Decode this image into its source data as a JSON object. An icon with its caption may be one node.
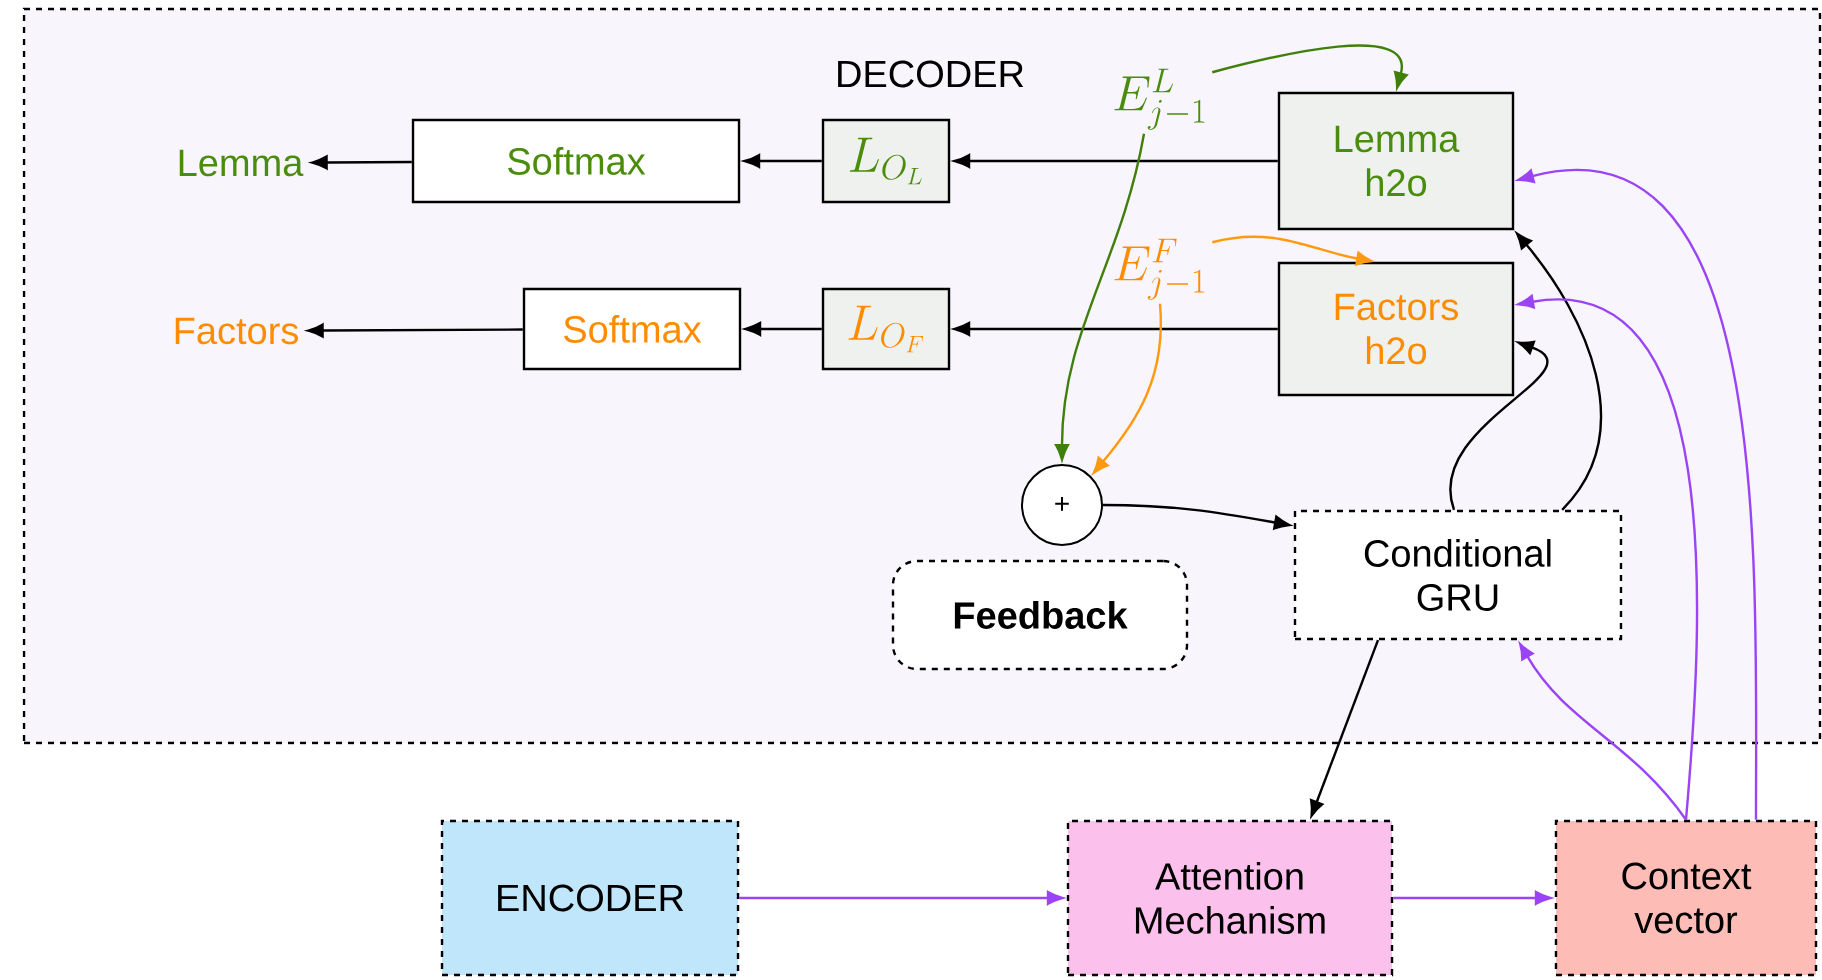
{
  "diagram": {
    "nodes": [
      {
        "text": [
          "DECODER"
        ]
      },
      {
        "text": [
          "Lemma"
        ],
        "in": 0
      },
      {
        "text": [
          "Softmax"
        ],
        "in": 0
      },
      {
        "text": [
          "L_{O_L}"
        ],
        "in": 0
      },
      {
        "text": [
          "Lemma h2o"
        ],
        "in": 0
      },
      {
        "text": [
          "Factors"
        ],
        "in": 0
      },
      {
        "text": [
          "Softmax"
        ],
        "in": 0
      },
      {
        "text": [
          "L_{O_F}"
        ],
        "in": 0
      },
      {
        "text": [
          "Factors h2o"
        ],
        "in": 0
      },
      {
        "text": [
          "E^{L}_{j-1}"
        ],
        "in": 0
      },
      {
        "text": [
          "E^{F}_{j-1}"
        ],
        "in": 0
      },
      {
        "text": [
          "+"
        ],
        "in": 0
      },
      {
        "text": [
          "Feedback"
        ],
        "in": 0
      },
      {
        "text": [
          "Conditional GRU"
        ],
        "in": 0
      },
      {
        "text": [
          "ENCODER"
        ]
      },
      {
        "text": [
          "Attention Mechanism"
        ]
      },
      {
        "text": [
          "Context vector"
        ]
      }
    ],
    "edges": [
      {
        "from": 2,
        "to": 1,
        "arrow": "to"
      },
      {
        "from": 3,
        "to": 2,
        "arrow": "to"
      },
      {
        "from": 4,
        "to": 3,
        "arrow": "to"
      },
      {
        "from": 6,
        "to": 5,
        "arrow": "to"
      },
      {
        "from": 7,
        "to": 6,
        "arrow": "to"
      },
      {
        "from": 8,
        "to": 7,
        "arrow": "to"
      },
      {
        "from": 9,
        "to": 4,
        "arrow": "to",
        "color": "#3f7f0a"
      },
      {
        "from": 10,
        "to": 8,
        "arrow": "to",
        "color": "#ff9a10"
      },
      {
        "from": 9,
        "to": 11,
        "arrow": "to",
        "color": "#3f7f0a"
      },
      {
        "from": 10,
        "to": 11,
        "arrow": "to",
        "color": "#ff9a10"
      },
      {
        "from": 11,
        "to": 13,
        "arrow": "to"
      },
      {
        "from": 13,
        "to": 4,
        "arrow": "to"
      },
      {
        "from": 13,
        "to": 8,
        "arrow": "to"
      },
      {
        "from": 13,
        "to": 15,
        "arrow": "to"
      },
      {
        "from": 14,
        "to": 15,
        "arrow": "to",
        "color": "#9a44f5"
      },
      {
        "from": 15,
        "to": 16,
        "arrow": "to",
        "color": "#9a44f5"
      },
      {
        "from": 16,
        "to": 13,
        "arrow": "to",
        "color": "#9a44f5"
      },
      {
        "from": 16,
        "to": 8,
        "arrow": "to",
        "color": "#9a44f5"
      },
      {
        "from": 16,
        "to": 4,
        "arrow": "to",
        "color": "#9a44f5"
      }
    ]
  }
}
